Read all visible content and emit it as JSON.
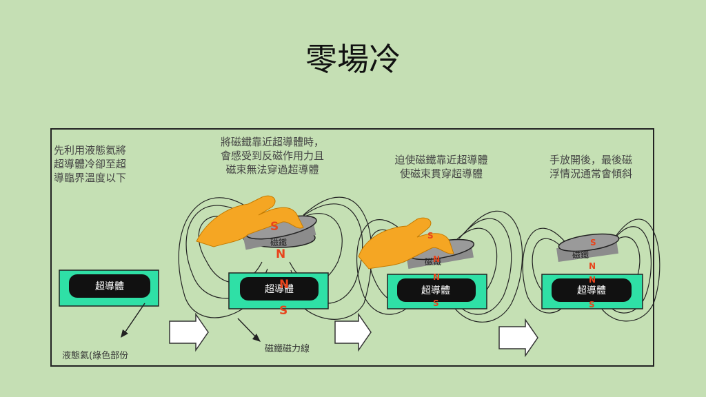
{
  "title": "零場冷",
  "steps": [
    {
      "caption_lines": [
        "先利用液態氦將",
        "超導體冷卻至超",
        "導臨界溫度以下"
      ]
    },
    {
      "caption_lines": [
        "將磁鐵靠近超導體時，",
        "會感受到反磁作用力且",
        "磁束無法穿過超導體"
      ]
    },
    {
      "caption_lines": [
        "迫使磁鐵靠近超導體",
        "使磁束貫穿超導體"
      ]
    },
    {
      "caption_lines": [
        "手放開後，最後磁",
        "浮情況通常會傾斜"
      ]
    }
  ],
  "labels": {
    "superconductor": "超導體",
    "magnet": "磁鐵",
    "liquid_helium_note": "液態氦(綠色部份",
    "field_lines_note": "磁鐵磁力線",
    "pole_n": "N",
    "pole_s": "S"
  },
  "colors": {
    "background": "#c5dfb4",
    "helium": "#2fe0a6",
    "superconductor": "#111111",
    "magnet": "#8c8c8c",
    "hand": "#f5a623",
    "pole": "#e8441c"
  }
}
